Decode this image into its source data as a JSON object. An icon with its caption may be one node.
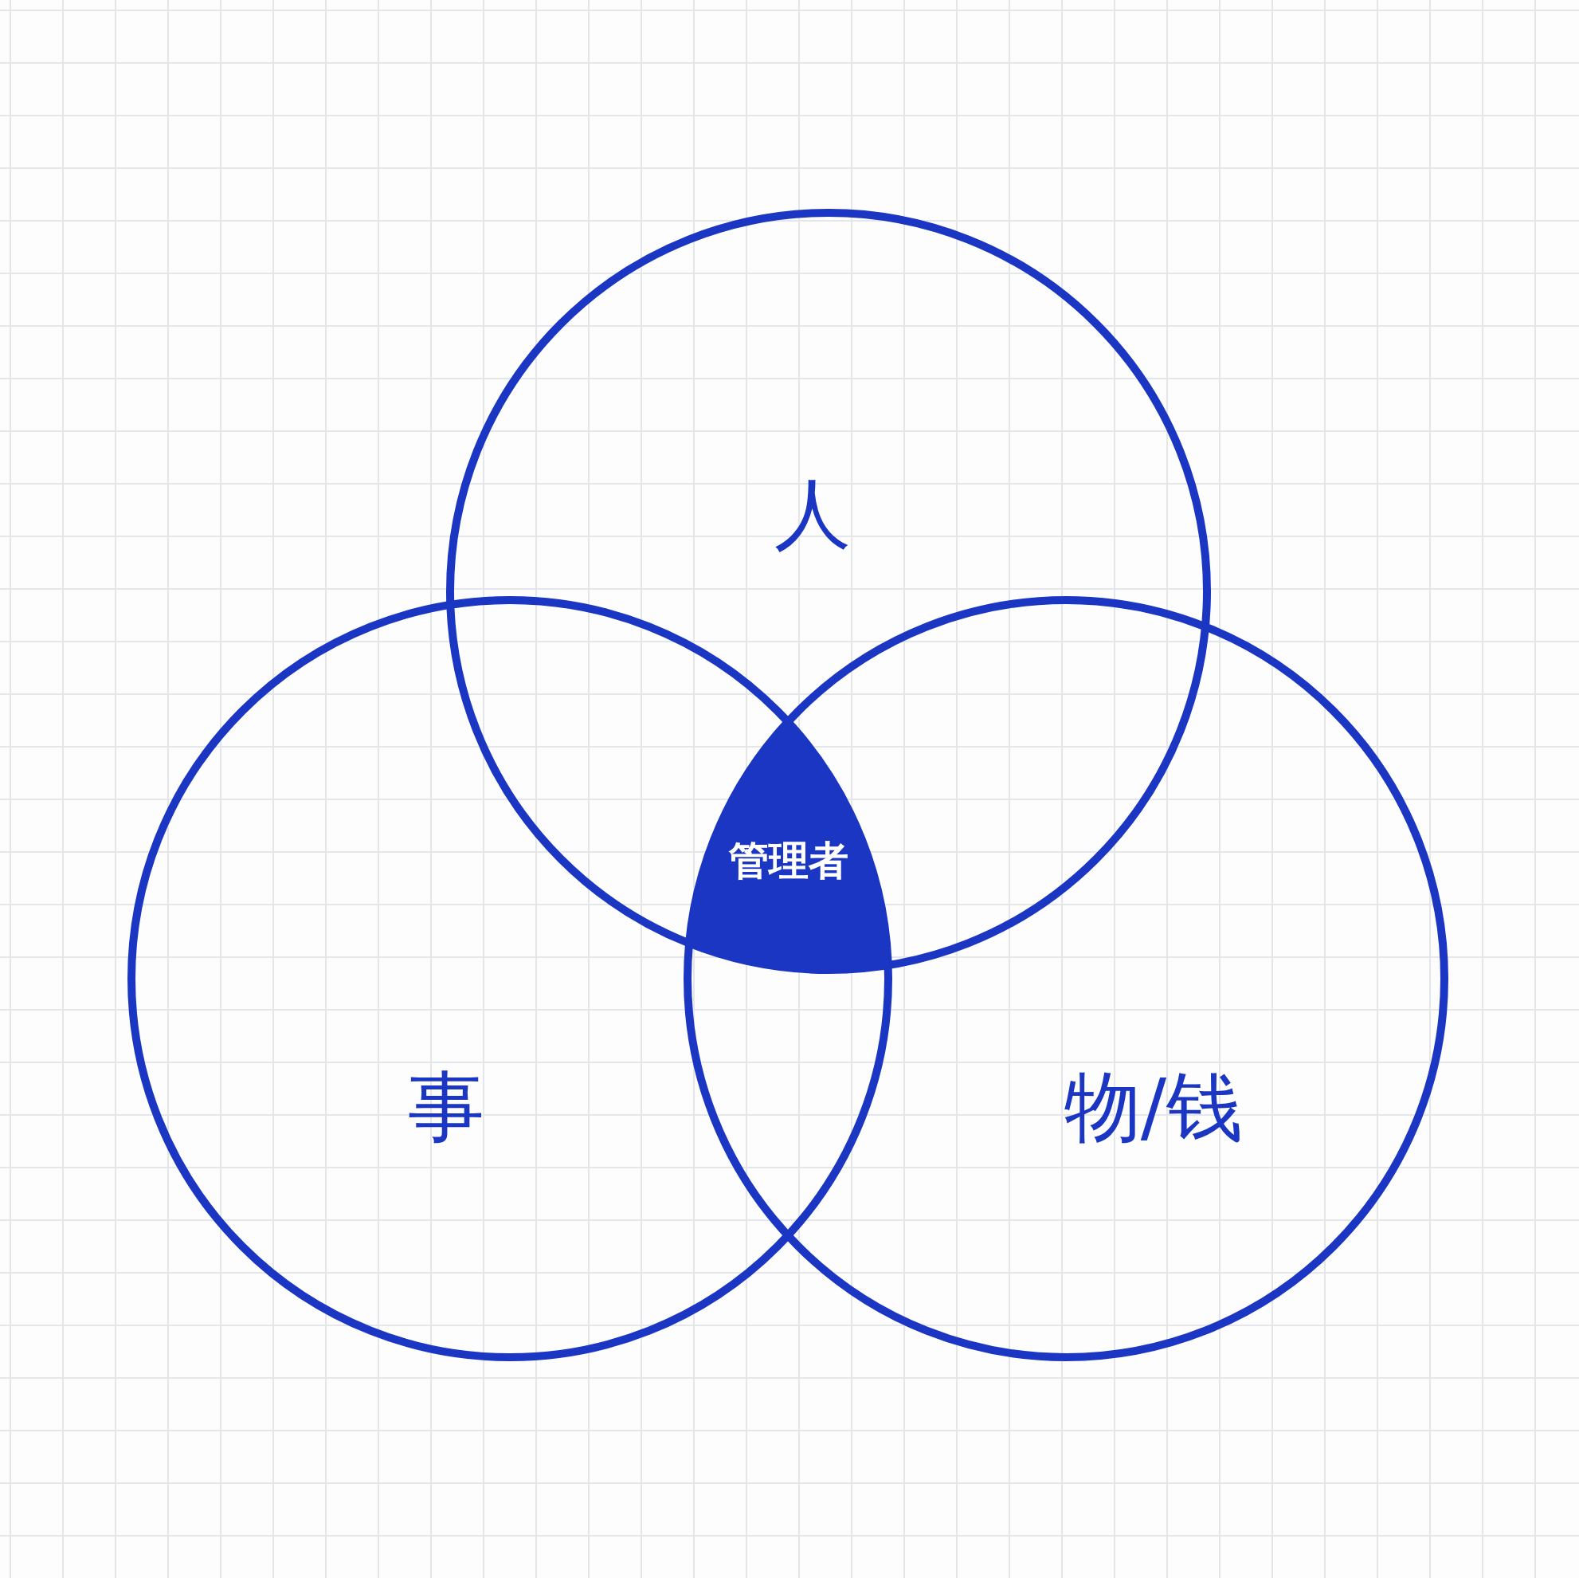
{
  "diagram": {
    "nodes": [
      {
        "text": [
          "人"
        ]
      },
      {
        "text": [
          "事"
        ]
      },
      {
        "text": [
          "物/钱"
        ]
      },
      {
        "text": [
          "管理者"
        ]
      }
    ]
  }
}
